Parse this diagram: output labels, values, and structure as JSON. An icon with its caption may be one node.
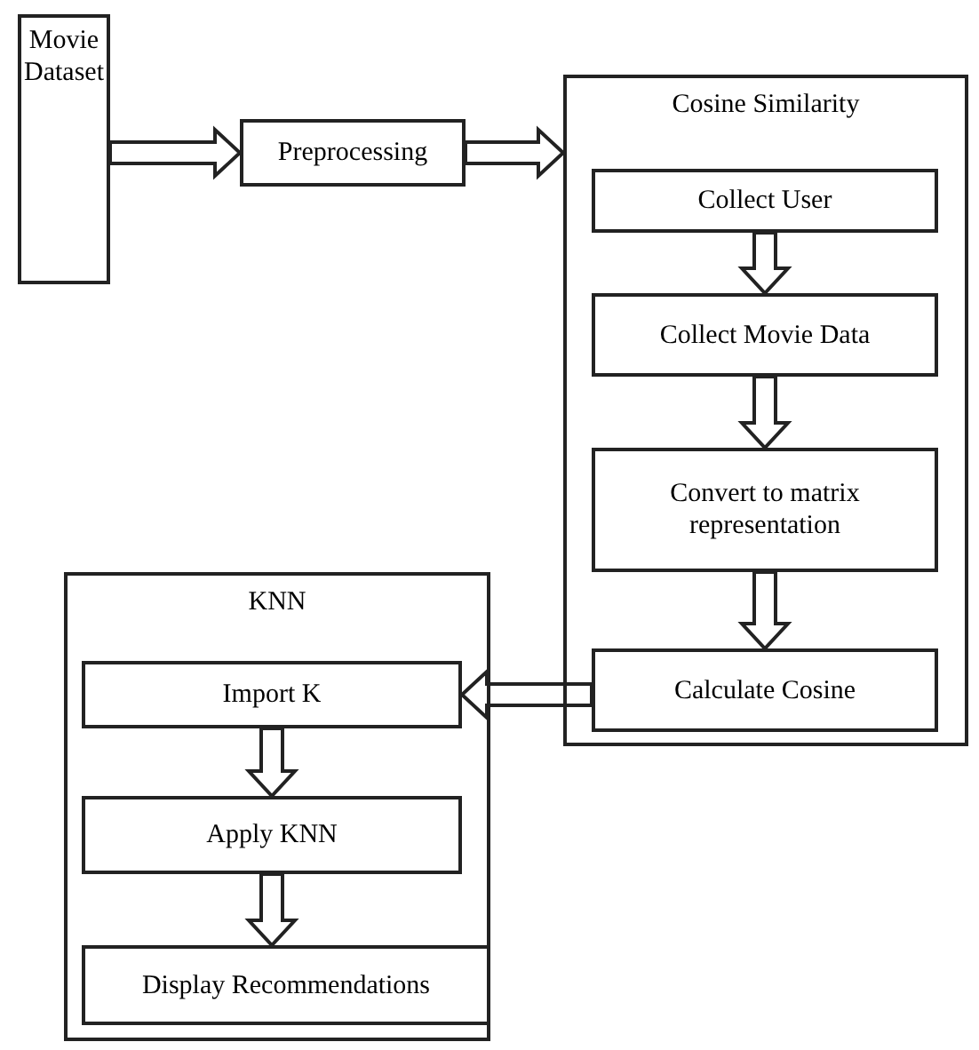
{
  "diagram": {
    "nodes": [
      {
        "text": [
          "Movie Dataset"
        ]
      },
      {
        "text": [
          "Preprocessing"
        ]
      },
      {
        "text": [
          "Cosine Similarity"
        ]
      },
      {
        "text": [
          "Collect User"
        ],
        "in": 2
      },
      {
        "text": [
          "Collect Movie Data"
        ],
        "in": 2
      },
      {
        "text": [
          "Convert to matrix representation"
        ],
        "in": 2
      },
      {
        "text": [
          "Calculate Cosine"
        ],
        "in": 2
      },
      {
        "text": [
          "KNN"
        ]
      },
      {
        "text": [
          "Import K"
        ],
        "in": 7
      },
      {
        "text": [
          "Apply KNN"
        ],
        "in": 7
      },
      {
        "text": [
          "Display Recommendations"
        ],
        "in": 7
      }
    ],
    "edges": [
      {
        "from": 0,
        "to": 1,
        "arrow": "to"
      },
      {
        "from": 1,
        "to": 2,
        "arrow": "to"
      },
      {
        "from": 3,
        "to": 4,
        "arrow": "to"
      },
      {
        "from": 4,
        "to": 5,
        "arrow": "to"
      },
      {
        "from": 5,
        "to": 6,
        "arrow": "to"
      },
      {
        "from": 6,
        "to": 8,
        "arrow": "to"
      },
      {
        "from": 8,
        "to": 9,
        "arrow": "to"
      },
      {
        "from": 9,
        "to": 10,
        "arrow": "to"
      }
    ]
  }
}
